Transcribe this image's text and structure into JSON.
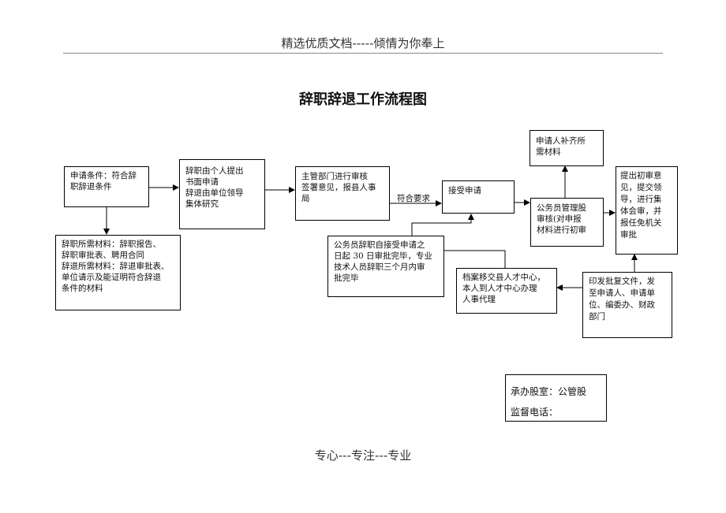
{
  "header": {
    "text": "精选优质文档-----倾情为你奉上"
  },
  "title": "辞职辞退工作流程图",
  "boxes": {
    "conditions": [
      "申请条件：符合辞",
      "职辞退条件"
    ],
    "materials": [
      "辞职所需材料：辞职报告、",
      "辞职审批表、聘用合同",
      "辞退所需材料：辞退审批表、",
      "单位请示及能证明符合辞退",
      "条件的材料"
    ],
    "submit": [
      "辞职由个人提出",
      "书面申请",
      "辞退由单位领导",
      "集体研究"
    ],
    "dept_review": [
      "主管部门进行审核",
      "签署意见，报县人事",
      "局"
    ],
    "accept": [
      "接受申请"
    ],
    "timing": [
      "公务员辞职自接受申请之",
      "日起 30 日审批完毕，专业",
      "技术人员辞职三个月内审",
      "批完毕"
    ],
    "initial_review": [
      "公务员管理股",
      "审核(对申报",
      "材料进行初审"
    ],
    "supplement": [
      "申请人补齐所",
      "需材料"
    ],
    "proposal": [
      "提出初审意",
      "见，提交领",
      "导，进行集",
      "体会审，并",
      "报任免机关",
      "审批"
    ],
    "issue_docs": [
      "印发批复文件，发",
      "至申请人、申请单",
      "位、编委办、财政",
      "部门"
    ],
    "archive": [
      "档案移交县人才中心，",
      "本人到人才中心办理",
      "人事代理"
    ]
  },
  "edge_label": "符合要求",
  "contact": {
    "office": "承办股室：公管股",
    "phone": "监督电话："
  },
  "footer": {
    "text": "专心---专注---专业"
  }
}
